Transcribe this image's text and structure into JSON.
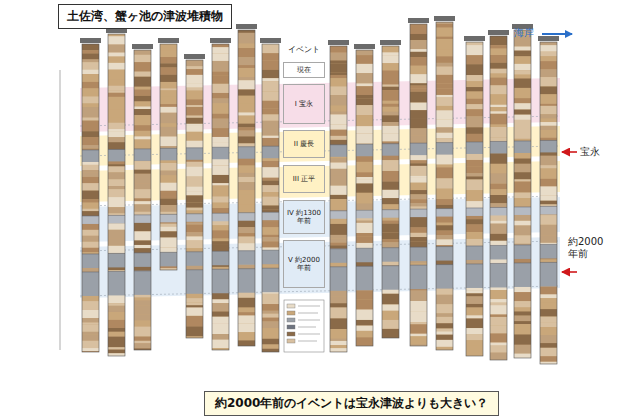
{
  "diagram": {
    "title": "土佐湾、蟹ヶ池の津波堆積物",
    "caption": "約2000年前のイベントは宝永津波よりも大きい？",
    "nodes": [
      {
        "text": [
          "現在"
        ]
      },
      {
        "text": [
          "I 宝永"
        ]
      },
      {
        "text": [
          "II 慶長"
        ]
      },
      {
        "text": [
          "III 正平"
        ]
      },
      {
        "text": [
          "IV 約1300年前"
        ]
      },
      {
        "text": [
          "V 約2000年前"
        ]
      }
    ],
    "labels": [
      "イベント",
      "海岸",
      "宝永",
      "約2000年前"
    ]
  }
}
